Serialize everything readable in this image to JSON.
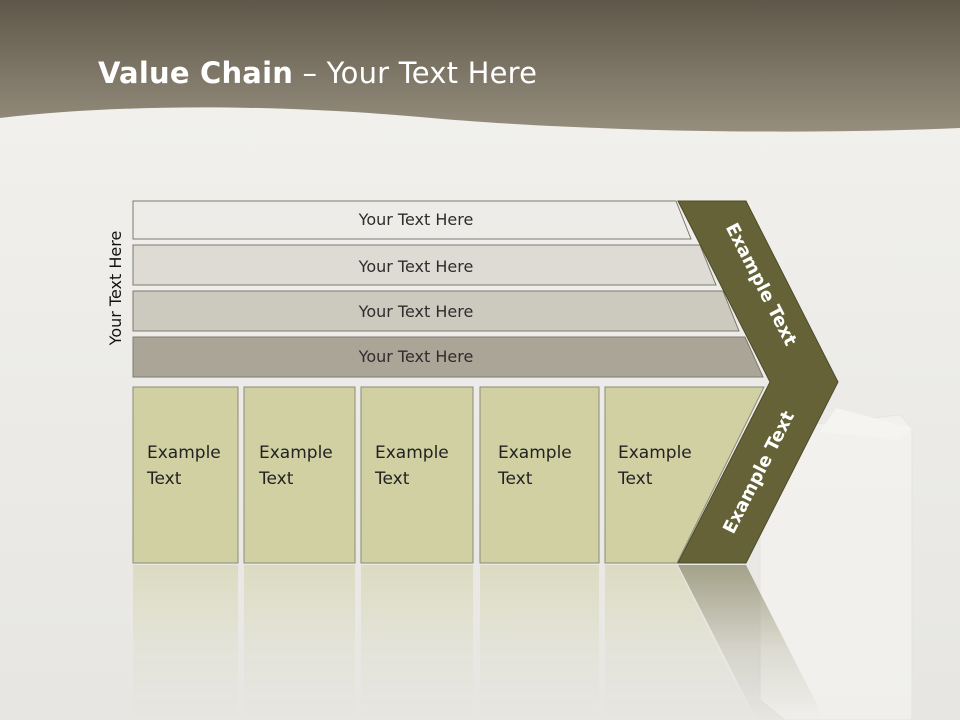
{
  "title": {
    "bold": "Value Chain",
    "rest": " – Your Text Here"
  },
  "side_label": "Your Text Here",
  "rows": [
    {
      "label": "Your Text Here",
      "fill": "#edece8"
    },
    {
      "label": "Your Text Here",
      "fill": "#dddbd3"
    },
    {
      "label": "Your Text Here",
      "fill": "#ccc9bf"
    },
    {
      "label": "Your Text Here",
      "fill": "#aba598"
    }
  ],
  "cells": [
    {
      "line1": "Example",
      "line2": "Text"
    },
    {
      "line1": "Example",
      "line2": "Text"
    },
    {
      "line1": "Example",
      "line2": "Text"
    },
    {
      "line1": "Example",
      "line2": "Text"
    },
    {
      "line1": "Example",
      "line2": "Text"
    }
  ],
  "chevron": {
    "upper_label": "Example Text",
    "lower_label": "Example Text"
  },
  "colors": {
    "header": "#8a8272",
    "cell_fill": "#d0d0a3",
    "chevron_fill": "#646236"
  }
}
